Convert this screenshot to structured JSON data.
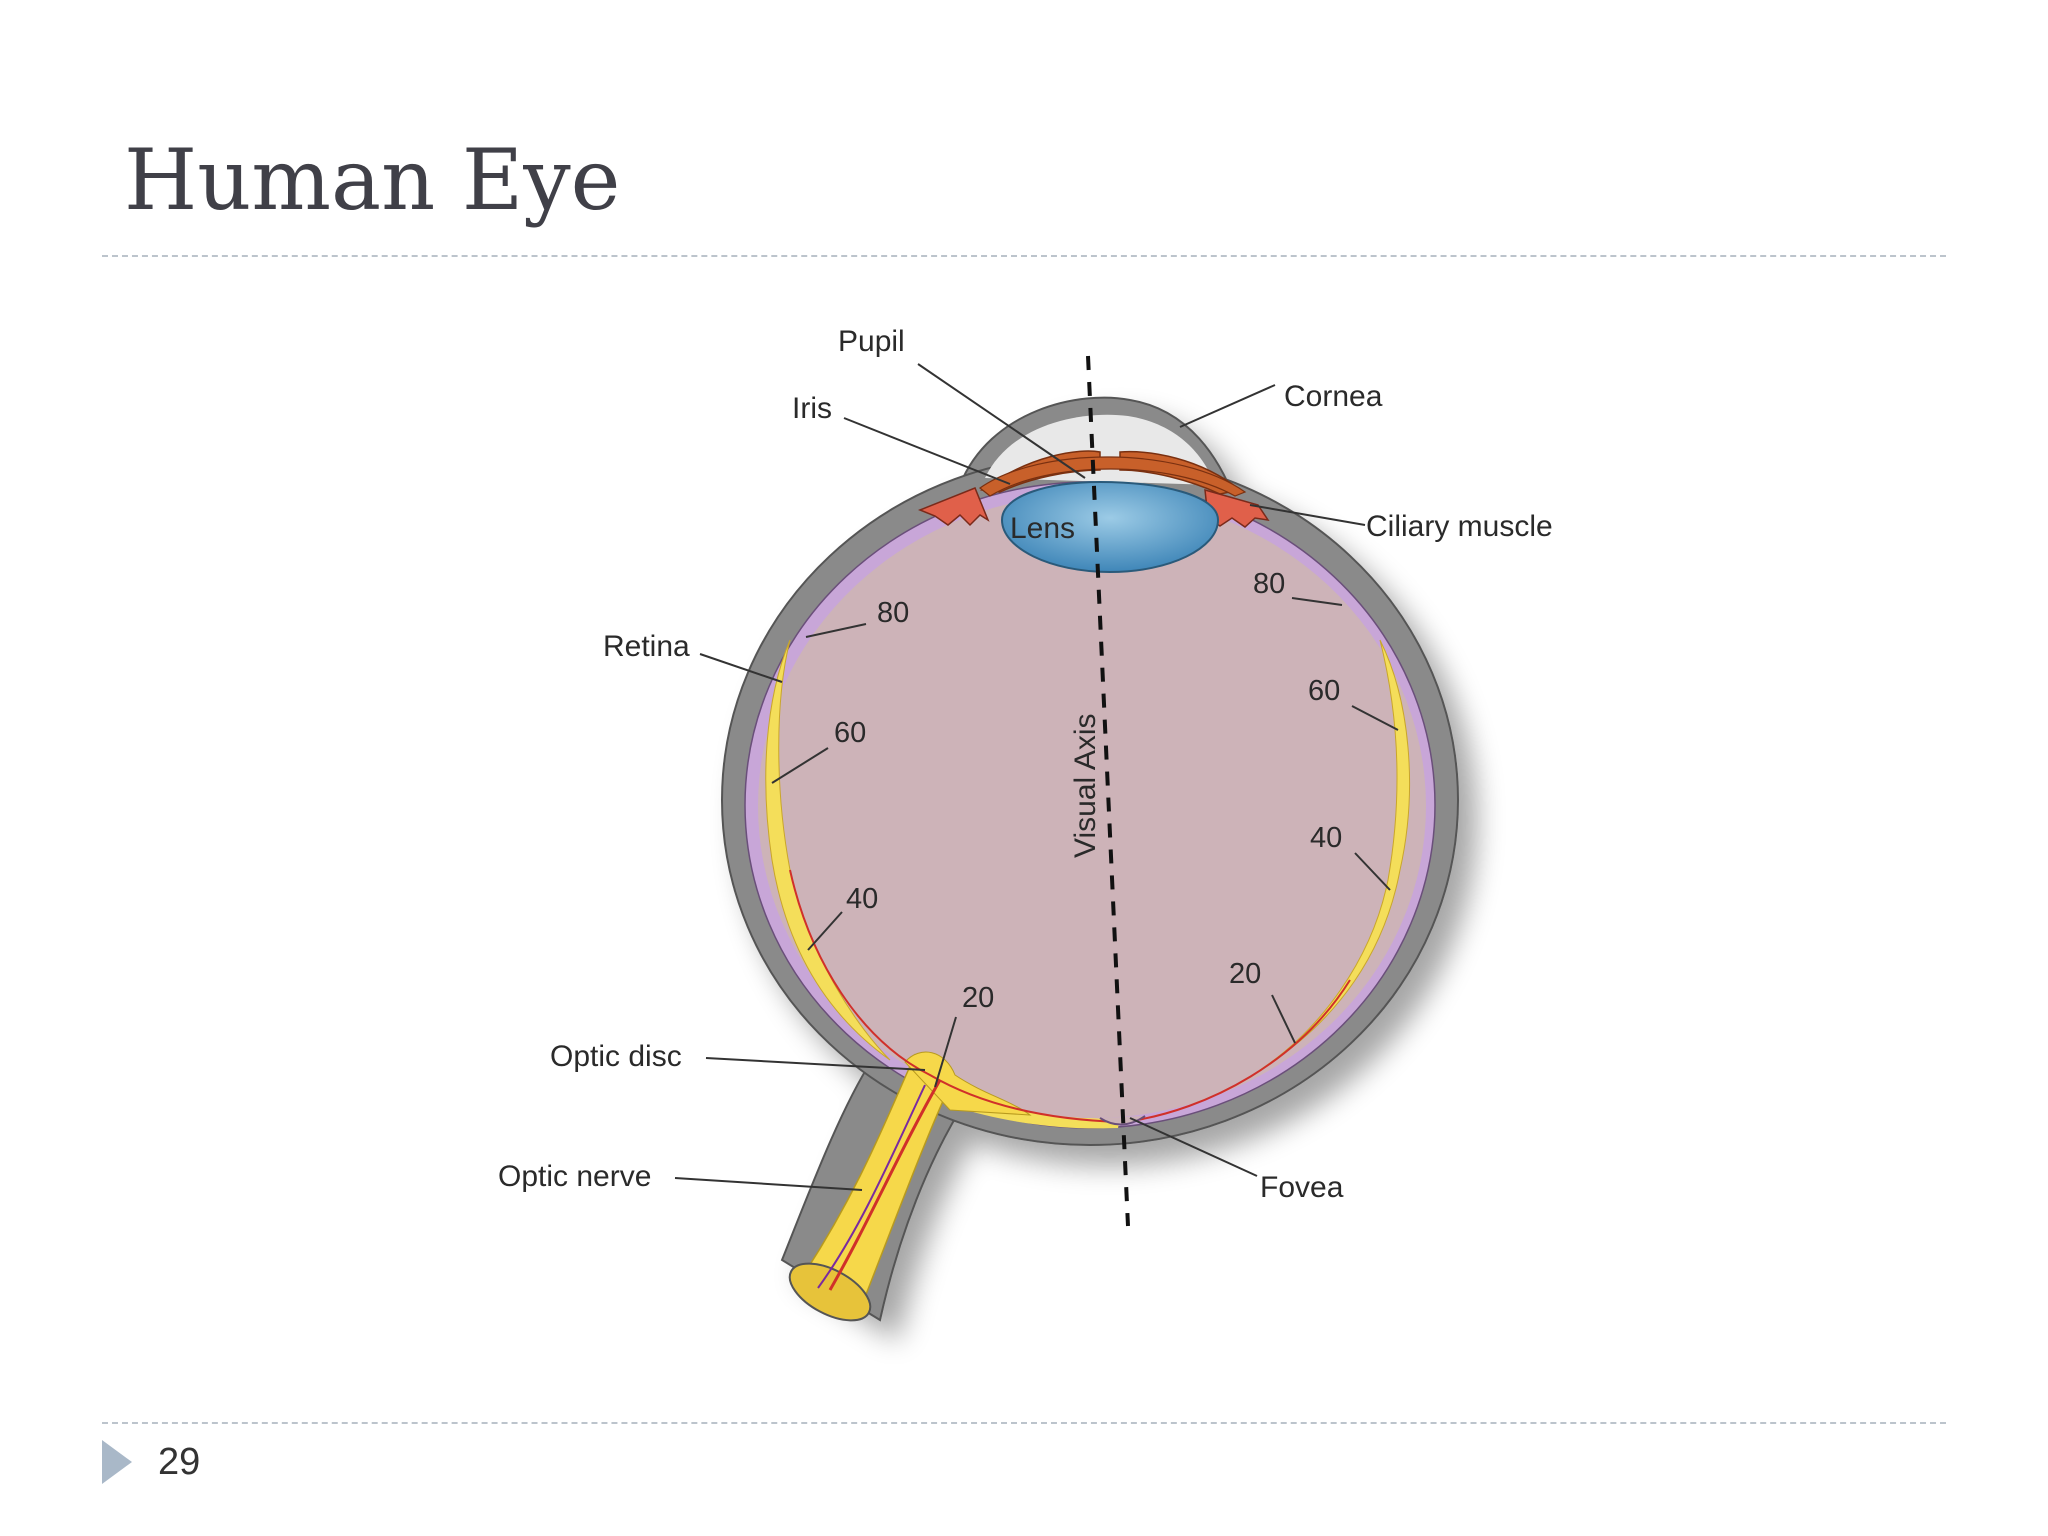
{
  "slide": {
    "title": "Human Eye",
    "page_number": "29"
  },
  "diagram": {
    "labels": {
      "pupil": "Pupil",
      "iris": "Iris",
      "cornea": "Cornea",
      "ciliary_muscle": "Ciliary muscle",
      "lens": "Lens",
      "retina": "Retina",
      "visual_axis": "Visual Axis",
      "optic_disc": "Optic disc",
      "optic_nerve": "Optic nerve",
      "fovea": "Fovea"
    },
    "degree_marks": {
      "left_80": "80",
      "left_60": "60",
      "left_40": "40",
      "left_20": "20",
      "right_80": "80",
      "right_60": "60",
      "right_40": "40",
      "right_20": "20"
    },
    "colors": {
      "sclera": "#8a8a8a",
      "vitreous": "#cdb3b8",
      "retina_purple": "#c8a6d8",
      "retina_yellow": "#f4de5a",
      "lens_blue": "#5ea0c8",
      "iris_orange": "#c8602a",
      "ciliary_red": "#e0604a",
      "nerve_yellow": "#f6d84a",
      "vessel_red": "#d0302a"
    }
  }
}
